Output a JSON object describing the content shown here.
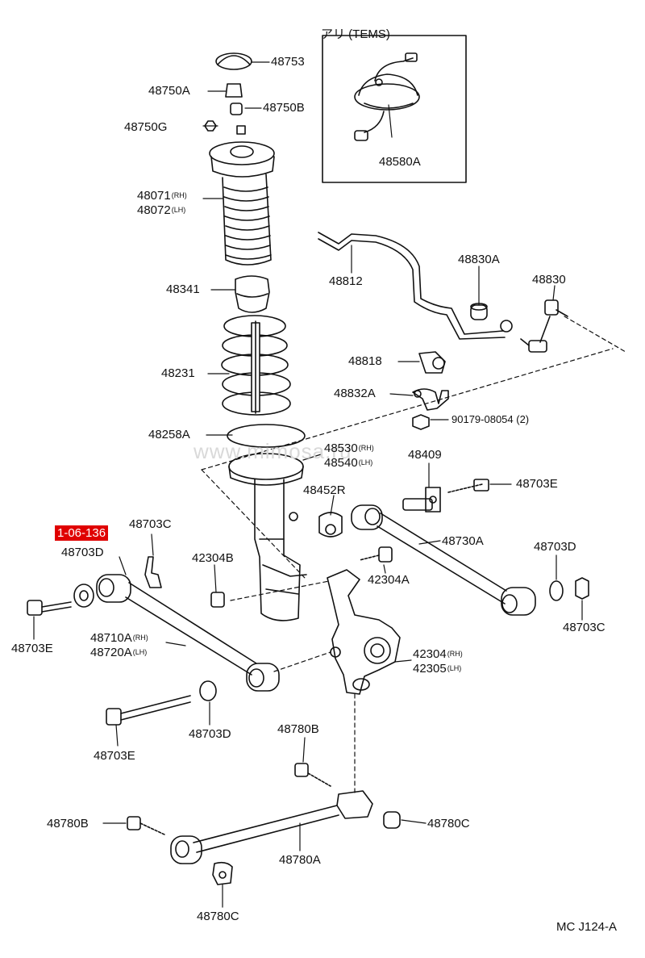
{
  "diagram": {
    "option_label": "アリ (TEMS)",
    "footer": "MC J124-A",
    "watermark": "www.mimosa.ru",
    "ref_badge": "1-06-136",
    "parts": [
      {
        "id": "p48753",
        "text": "48753"
      },
      {
        "id": "p48750A",
        "text": "48750A"
      },
      {
        "id": "p48750B",
        "text": "48750B"
      },
      {
        "id": "p48750G",
        "text": "48750G"
      },
      {
        "id": "p48071",
        "text": "48071",
        "sub": "(RH)"
      },
      {
        "id": "p48072",
        "text": "48072",
        "sub": "(LH)"
      },
      {
        "id": "p48341",
        "text": "48341"
      },
      {
        "id": "p48231",
        "text": "48231"
      },
      {
        "id": "p48258A",
        "text": "48258A"
      },
      {
        "id": "p48530",
        "text": "48530",
        "sub": "(RH)"
      },
      {
        "id": "p48540",
        "text": "48540",
        "sub": "(LH)"
      },
      {
        "id": "p48580A",
        "text": "48580A"
      },
      {
        "id": "p48812",
        "text": "48812"
      },
      {
        "id": "p48830A",
        "text": "48830A"
      },
      {
        "id": "p48830",
        "text": "48830"
      },
      {
        "id": "p48818",
        "text": "48818"
      },
      {
        "id": "p48832A",
        "text": "48832A"
      },
      {
        "id": "p90179",
        "text": "90179-08054 (2)"
      },
      {
        "id": "p48409",
        "text": "48409"
      },
      {
        "id": "p48703E_r",
        "text": "48703E"
      },
      {
        "id": "p48452R",
        "text": "48452R"
      },
      {
        "id": "p48730A",
        "text": "48730A"
      },
      {
        "id": "p48703C_l",
        "text": "48703C"
      },
      {
        "id": "p48703D_l",
        "text": "48703D"
      },
      {
        "id": "p42304B",
        "text": "42304B"
      },
      {
        "id": "p42304A",
        "text": "42304A"
      },
      {
        "id": "p48703D_r",
        "text": "48703D"
      },
      {
        "id": "p48703C_r",
        "text": "48703C"
      },
      {
        "id": "p48703E_l",
        "text": "48703E"
      },
      {
        "id": "p48710A",
        "text": "48710A",
        "sub": "(RH)"
      },
      {
        "id": "p48720A",
        "text": "48720A",
        "sub": "(LH)"
      },
      {
        "id": "p42304",
        "text": "42304",
        "sub": "(RH)"
      },
      {
        "id": "p42305",
        "text": "42305",
        "sub": "(LH)"
      },
      {
        "id": "p48703D_b",
        "text": "48703D"
      },
      {
        "id": "p48703E_b",
        "text": "48703E"
      },
      {
        "id": "p48780B_t",
        "text": "48780B"
      },
      {
        "id": "p48780B_l",
        "text": "48780B"
      },
      {
        "id": "p48780C_r",
        "text": "48780C"
      },
      {
        "id": "p48780A",
        "text": "48780A"
      },
      {
        "id": "p48780C_b",
        "text": "48780C"
      }
    ]
  }
}
